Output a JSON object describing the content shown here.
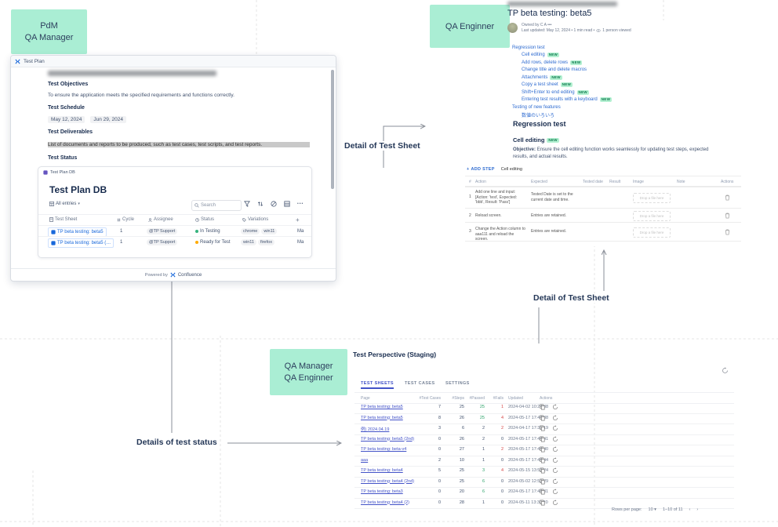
{
  "diagram": {
    "role_labels": {
      "top_left": [
        "PdM",
        "QA Manager"
      ],
      "top_right": [
        "QA Enginner"
      ],
      "bottom": [
        "QA Manager",
        "QA Enginner"
      ]
    },
    "annotations": {
      "detail_top": "Detail of Test Sheet",
      "detail_bottom": "Detail of Test Sheet",
      "status": "Details of test status"
    }
  },
  "test_plan": {
    "window_title": "Test Plan",
    "objectives_heading": "Test Objectives",
    "objectives_text": "To ensure the application meets the specified requirements and functions correctly.",
    "schedule_heading": "Test Schedule",
    "schedule_start": "May 12, 2024",
    "schedule_end": "Jun 29, 2024",
    "deliverables_heading": "Test Deliverables",
    "deliverables_text": "List of documents and reports to be produced, such as test cases, test scripts, and test reports.",
    "status_heading": "Test Status",
    "db": {
      "macro_label": "Test Plan DB",
      "title": "Test Plan DB",
      "filter_label": "All entries",
      "search_placeholder": "Search",
      "more_label": "•••",
      "columns": [
        "Test Sheet",
        "Cycle",
        "Assignee",
        "Status",
        "Variations"
      ],
      "add_column_label": "+",
      "rows": [
        {
          "sheet": "TP beta testing: beta5",
          "cycle": "1",
          "assignee": "@TP Support",
          "status": "In Testing",
          "variations": [
            "chrome",
            "win11"
          ],
          "more": "Ma"
        },
        {
          "sheet": "TP beta testing: beta5 (…",
          "cycle": "1",
          "assignee": "@TP Support",
          "status": "Ready for Test",
          "variations": [
            "win11",
            "firefox"
          ],
          "more": "Ma"
        }
      ]
    },
    "footer": {
      "powered_by": "Powered by",
      "brand": "Confluence"
    }
  },
  "sheet_detail": {
    "title": "TP beta testing: beta5",
    "owner_line": "Owned by C A •••",
    "meta_line": "Last updated: May 12, 2024 • 1 min read •",
    "meta_viewed": "1 person viewed",
    "badge": "NEW",
    "toc": [
      {
        "label": "Regression test"
      },
      {
        "label": "Cell editing"
      },
      {
        "label": "Add rows, delete rows"
      },
      {
        "label": "Change title and delete macros"
      },
      {
        "label": "Attachments"
      },
      {
        "label": "Copy a test sheet"
      },
      {
        "label": "Shift+Enter to end editing"
      },
      {
        "label": "Entering test results with a keyboard"
      },
      {
        "label": "Testing of new features"
      },
      {
        "label": "数値のいろいろ"
      }
    ],
    "heading": "Regression test",
    "case_title": "Cell editing",
    "objective_label": "Objective:",
    "objective_text": "Ensure the cell editing function works seamlessly for updating test steps, expected results, and actual results.",
    "add_step_plus": "+",
    "add_step_label": "ADD STEP",
    "sheet_label": "Cell editing",
    "columns": [
      "#",
      "Action",
      "Expected",
      "Tested date",
      "Result",
      "Image",
      "Note",
      "Actions"
    ],
    "drop_hint": "Drop a file here",
    "steps": [
      {
        "n": "1",
        "action": "Add one line and input: [Action: 'test', Expected: 'bbb', Result: 'Pass']",
        "expected": "Tested Date is set to the current date and time."
      },
      {
        "n": "2",
        "action": "Reload screen.",
        "expected": "Entries are retained."
      },
      {
        "n": "3",
        "action": "Change the Action column to aaa111 and reload the screen.",
        "expected": "Entries are retained."
      }
    ]
  },
  "staging": {
    "title": "Test Perspective (Staging)",
    "tabs": [
      "TEST SHEETS",
      "TEST CASES",
      "SETTINGS"
    ],
    "columns": [
      "Page",
      "#Test Cases",
      "#Steps",
      "#Passed",
      "#Fails",
      "Updated",
      "Actions"
    ],
    "rows": [
      {
        "page": "TP beta testing: beta5",
        "cases": "7",
        "steps": "25",
        "passed": "25",
        "fails": "1",
        "updated": "2024-04-02 10:24:38"
      },
      {
        "page": "TP beta testing: beta5",
        "cases": "8",
        "steps": "26",
        "passed": "25",
        "fails": "4",
        "updated": "2024-05-17 17:44:38"
      },
      {
        "page": "例) 2024.04.19",
        "cases": "3",
        "steps": "6",
        "passed": "2",
        "fails": "2",
        "updated": "2024-04-17 17:35:19"
      },
      {
        "page": "TP beta testing: beta5 (2nd)",
        "cases": "0",
        "steps": "26",
        "passed": "2",
        "fails": "0",
        "updated": "2024-05-17 17:44:41"
      },
      {
        "page": "TP beta testing: beta-v4",
        "cases": "0",
        "steps": "27",
        "passed": "1",
        "fails": "2",
        "updated": "2024-05-17 17:44:40"
      },
      {
        "page": "aaa",
        "cases": "2",
        "steps": "10",
        "passed": "1",
        "fails": "0",
        "updated": "2024-05-17 17:44:44"
      },
      {
        "page": "TP beta testing: beta4",
        "cases": "5",
        "steps": "25",
        "passed": "3",
        "fails": "4",
        "updated": "2024-05-15 13:53:24"
      },
      {
        "page": "TP beta testing: beta4 (2nd)",
        "cases": "0",
        "steps": "25",
        "passed": "6",
        "fails": "0",
        "updated": "2024-05-02 12:50:29"
      },
      {
        "page": "TP beta testing: beta3",
        "cases": "0",
        "steps": "20",
        "passed": "6",
        "fails": "0",
        "updated": "2024-05-17 17:44:31"
      },
      {
        "page": "TP beta testing: beta4 (2)",
        "cases": "0",
        "steps": "28",
        "passed": "1",
        "fails": "0",
        "updated": "2024-05-11 13:30:20"
      }
    ],
    "pagination": {
      "label": "Rows per page:",
      "value": "10",
      "range": "1–10 of 11",
      "prev": "‹",
      "next": "›"
    }
  },
  "colors": {
    "role_label_bg": "#aaeed4",
    "link_blue": "#2e6bd0",
    "brand_blue": "#1868db",
    "indigo": "#4353c8",
    "status_green": "#36b37e",
    "status_yellow": "#ffab00",
    "pass_green": "#2fa36b",
    "fail_red": "#d64545"
  }
}
